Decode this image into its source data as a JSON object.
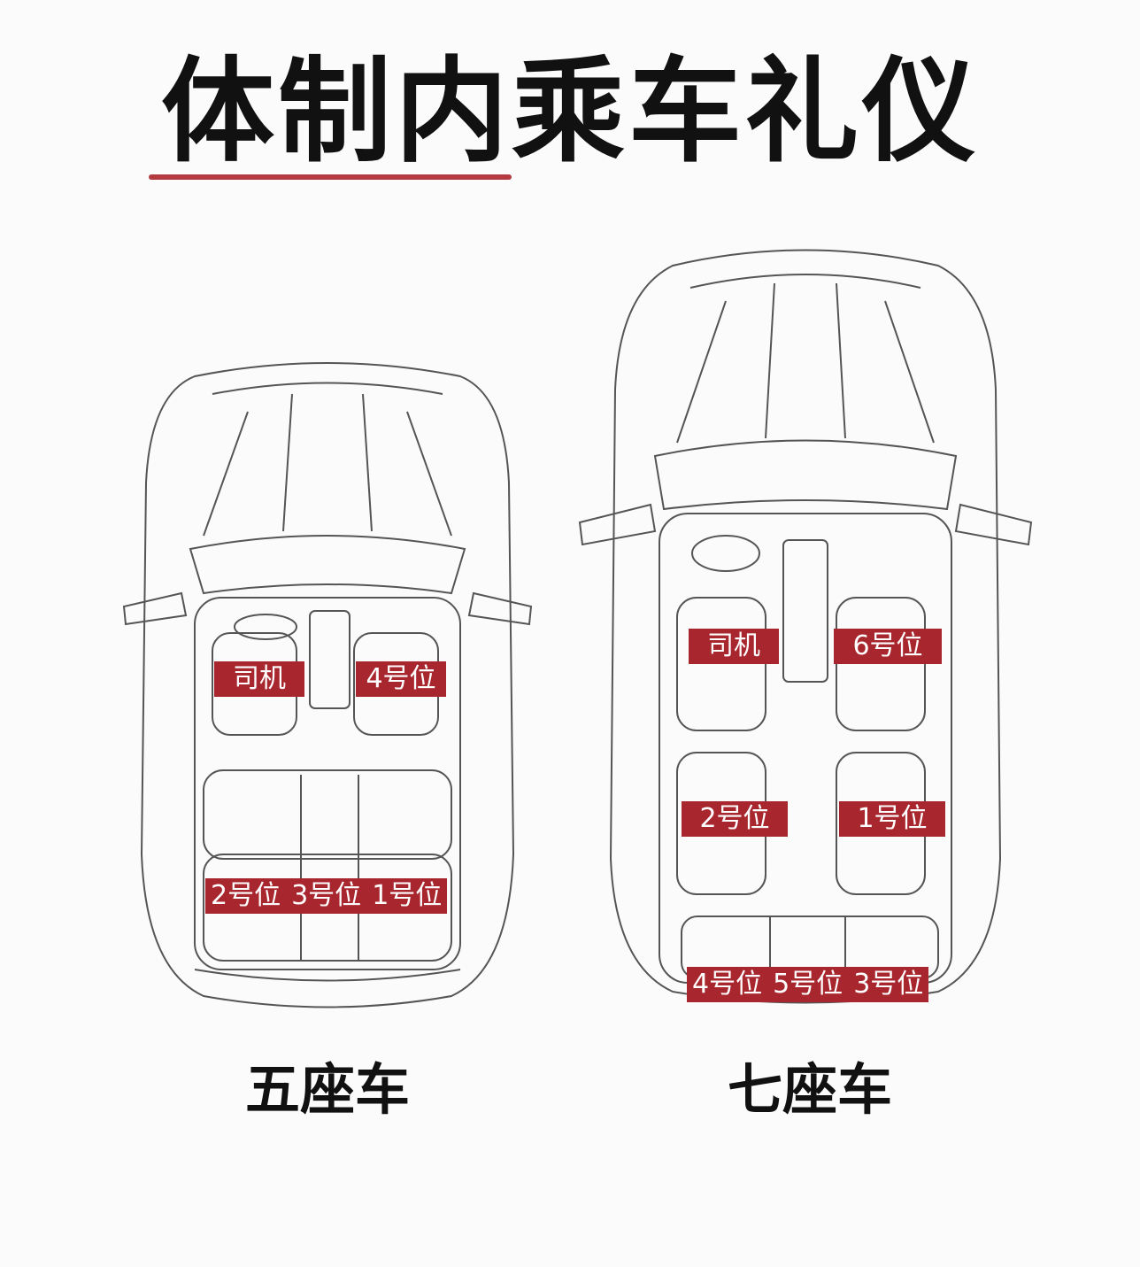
{
  "title": "体制内乘车礼仪",
  "accent_color": "#a8262e",
  "five_seat": {
    "caption": "五座车",
    "front": {
      "driver": "司机",
      "passenger": "4号位"
    },
    "rear": [
      "2号位",
      "3号位",
      "1号位"
    ]
  },
  "seven_seat": {
    "caption": "七座车",
    "front": {
      "driver": "司机",
      "passenger": "6号位"
    },
    "middle": {
      "left": "2号位",
      "right": "1号位"
    },
    "rear": [
      "4号位",
      "5号位",
      "3号位"
    ]
  }
}
